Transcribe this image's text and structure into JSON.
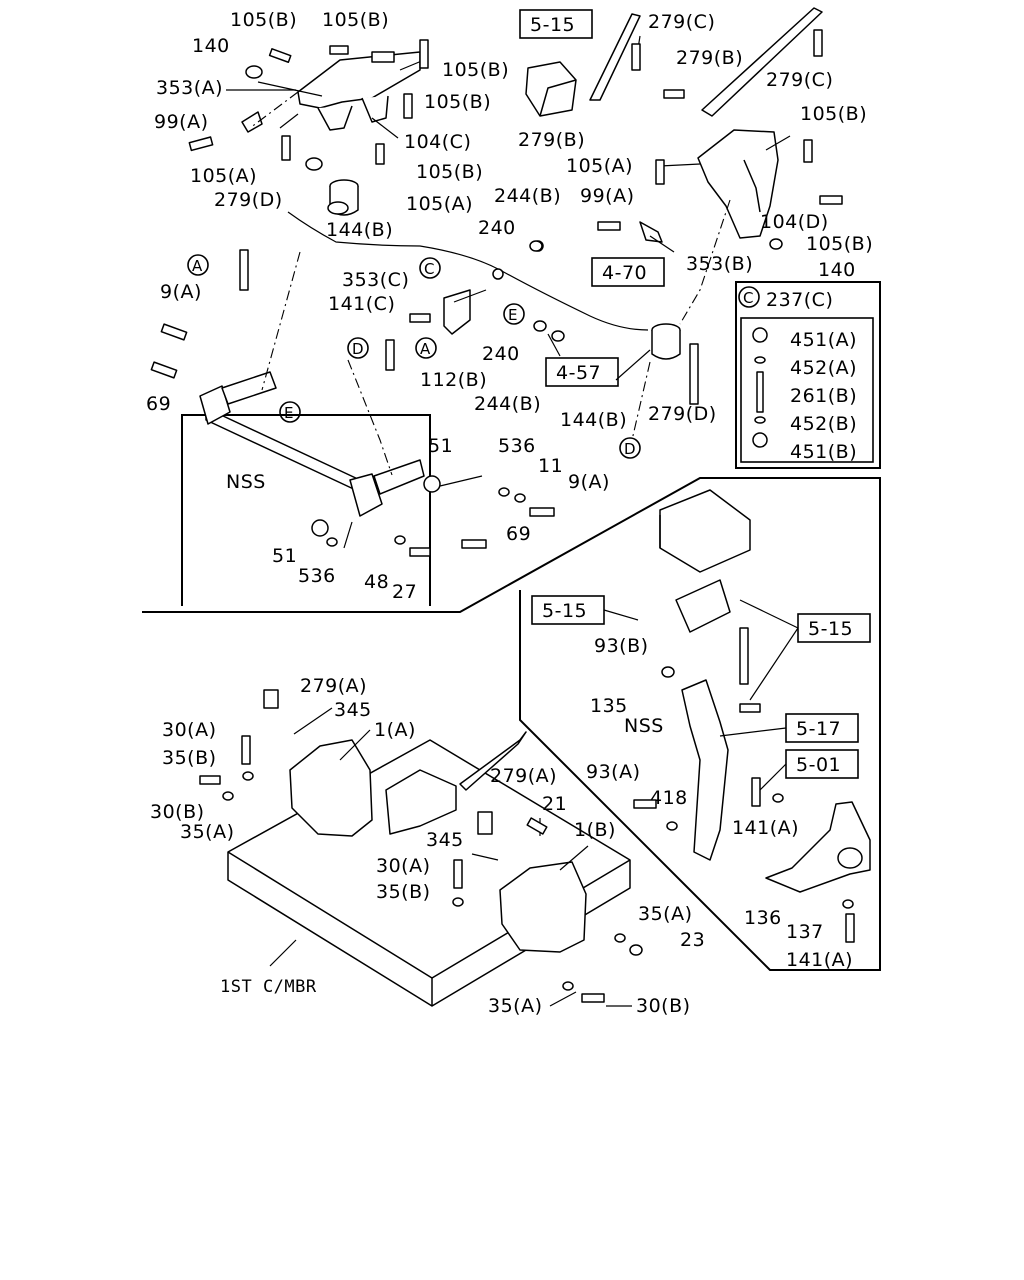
{
  "labels": {
    "l105b_1": "105(B)",
    "l105b_2": "105(B)",
    "l140_1": "140",
    "l353a": "353(A)",
    "l99a_1": "99(A)",
    "l105b_3": "105(B)",
    "l105b_4": "105(B)",
    "l104c": "104(C)",
    "l105b_5": "105(B)",
    "l105a_1": "105(A)",
    "l279d_1": "279(D)",
    "l105a_2": "105(A)",
    "l144b_1": "144(B)",
    "l279c_1": "279(C)",
    "l279b_1": "279(B)",
    "l279c_2": "279(C)",
    "l279b_2": "279(B)",
    "l105b_6": "105(B)",
    "l105a_3": "105(A)",
    "l244b_1": "244(B)",
    "l99a_2": "99(A)",
    "l104d": "104(D)",
    "l105b_7": "105(B)",
    "l240_1": "240",
    "l353b": "353(B)",
    "l140_2": "140",
    "l353c": "353(C)",
    "l141c": "141(C)",
    "l9a_1": "9(A)",
    "l69_1": "69",
    "l240_2": "240",
    "l244b_2": "244(B)",
    "l112b": "112(B)",
    "l144b_2": "144(B)",
    "l279d_2": "279(D)",
    "l237c": "237(C)",
    "l451a": "451(A)",
    "l452a": "452(A)",
    "l261b": "261(B)",
    "l452b": "452(B)",
    "l451b": "451(B)",
    "l51_1": "51",
    "l536_1": "536",
    "l11": "11",
    "l9a_2": "9(A)",
    "lnss_1": "NSS",
    "l69_2": "69",
    "l51_2": "51",
    "l536_2": "536",
    "l48": "48",
    "l27": "27",
    "l93b": "93(B)",
    "l135": "135",
    "lnss_2": "NSS",
    "l93a": "93(A)",
    "l418": "418",
    "l141a_1": "141(A)",
    "l136": "136",
    "l137": "137",
    "l141a_2": "141(A)",
    "l279a_1": "279(A)",
    "l345_1": "345",
    "l1a": "1(A)",
    "l30a_1": "30(A)",
    "l35b_1": "35(B)",
    "l30b_1": "30(B)",
    "l35a_1": "35(A)",
    "l279a_2": "279(A)",
    "l21": "21",
    "l345_2": "345",
    "l1b": "1(B)",
    "l30a_2": "30(A)",
    "l35b_2": "35(B)",
    "l35a_2": "35(A)",
    "l23": "23",
    "l35a_3": "35(A)",
    "l30b_2": "30(B)",
    "l1stcmbr": "1ST C/MBR"
  },
  "refs": {
    "r515_1": "5-15",
    "r470": "4-70",
    "r457": "4-57",
    "r515_2": "5-15",
    "r515_3": "5-15",
    "r517": "5-17",
    "r501": "5-01"
  },
  "callouts": {
    "ca_1": "A",
    "ca_2": "A",
    "cc_1": "C",
    "cc_2": "C",
    "cd_1": "D",
    "cd_2": "D",
    "ce_1": "E",
    "ce_2": "E"
  }
}
